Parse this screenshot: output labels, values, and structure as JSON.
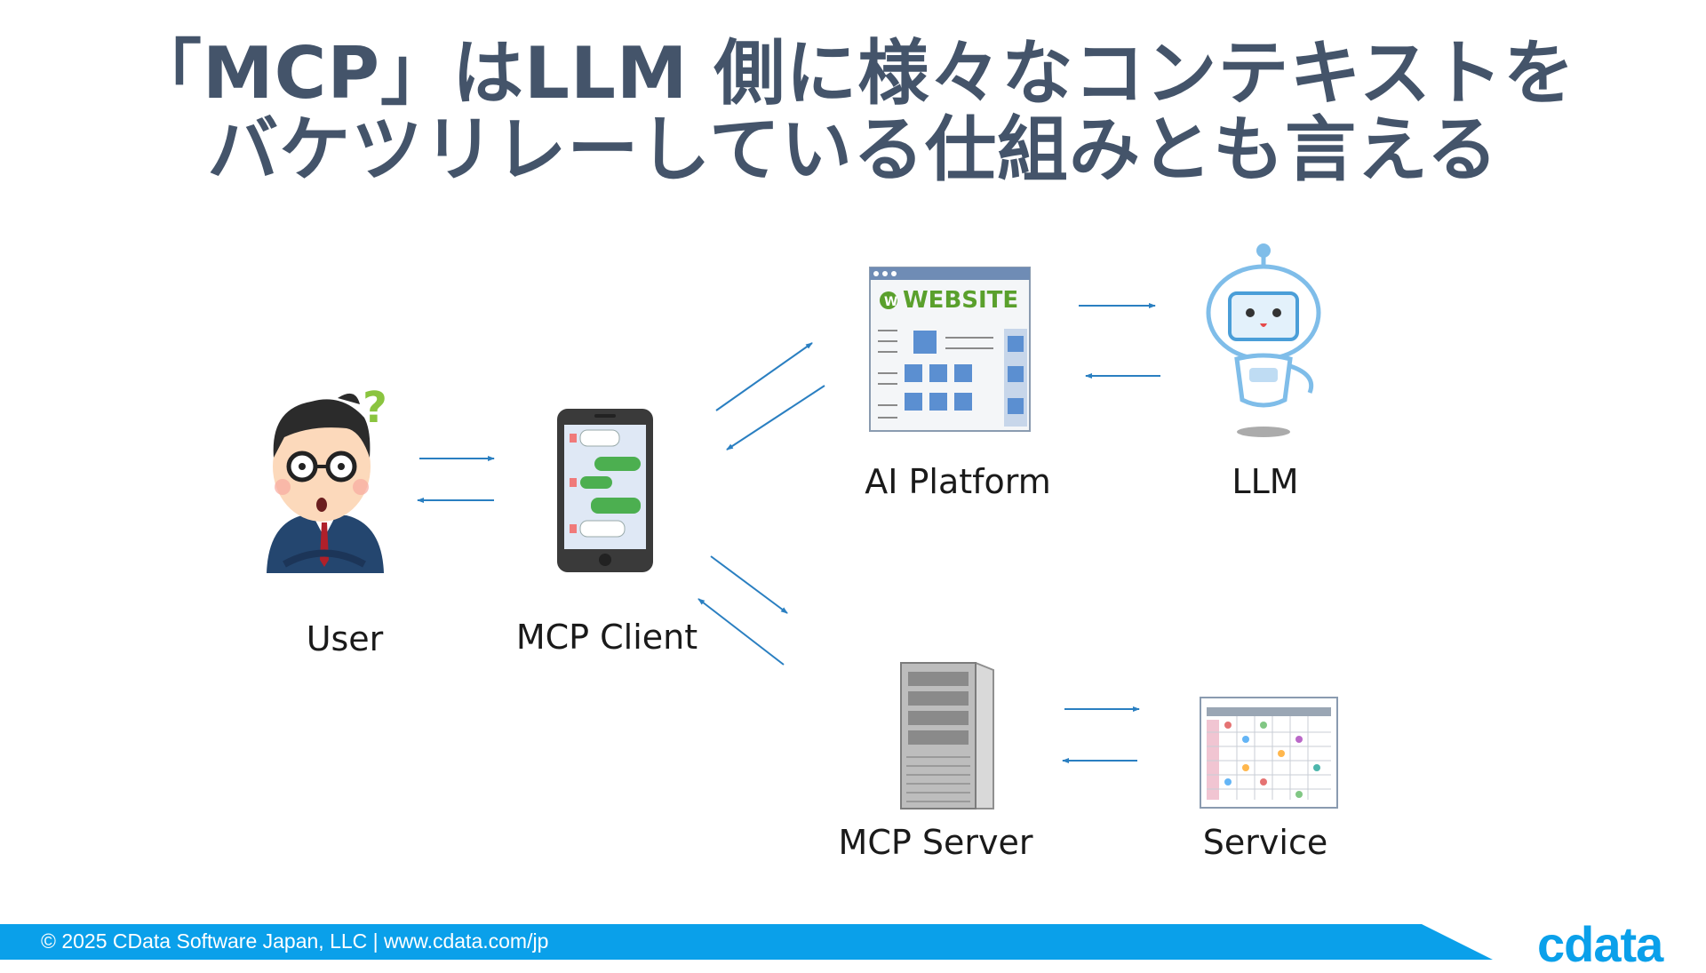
{
  "title": {
    "line1": "「MCP」はLLM 側に様々なコンテキストを",
    "line2": "バケツリレーしている仕組みとも言える"
  },
  "nodes": {
    "user": "User",
    "mcp_client": "MCP Client",
    "ai_platform": "AI Platform",
    "llm": "LLM",
    "mcp_server": "MCP Server",
    "service": "Service"
  },
  "website_icon": {
    "text": "WEBSITE",
    "badge": "W"
  },
  "user_icon": {
    "question_mark": "?"
  },
  "colors": {
    "title": "#44546a",
    "arrow": "#2a7fc1",
    "footer": "#0aa0ea",
    "brand": "#0aa0ea"
  },
  "footer": {
    "copyright": "© 2025 CData Software Japan, LLC | www.cdata.com/jp"
  },
  "logo": {
    "text": "cdata"
  }
}
